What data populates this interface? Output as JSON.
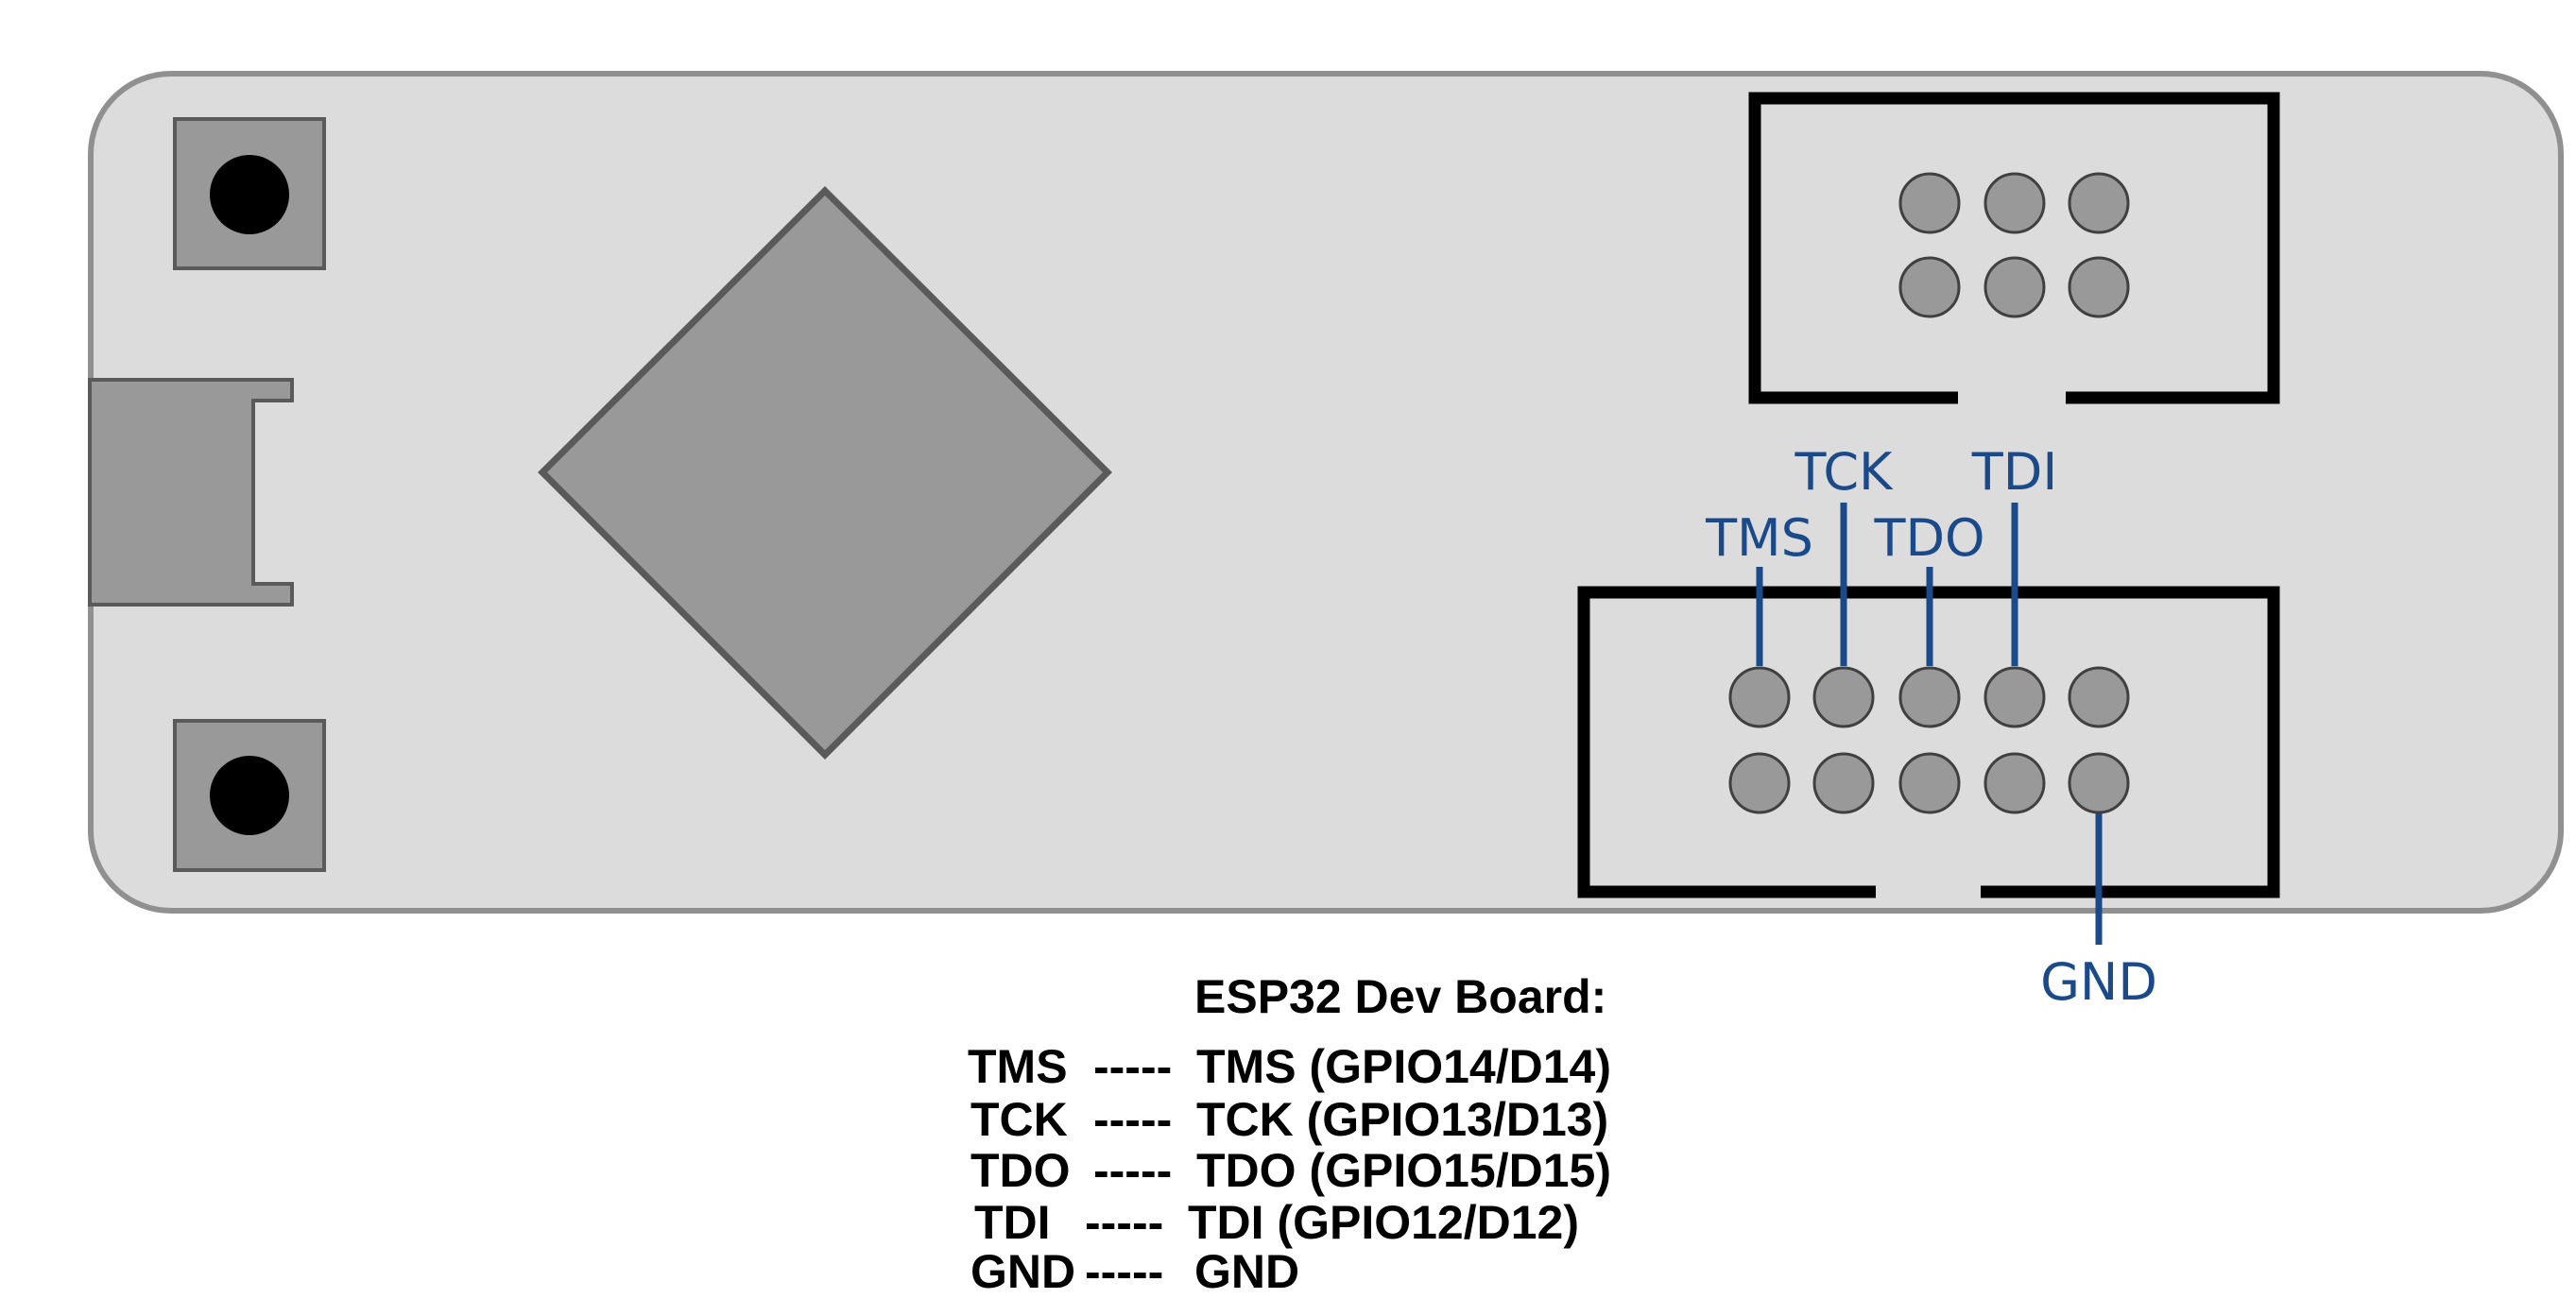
{
  "diagram": {
    "pin_labels": {
      "tms": "TMS",
      "tck": "TCK",
      "tdo": "TDO",
      "tdi": "TDI",
      "gnd": "GND"
    },
    "mapping": {
      "title": "ESP32 Dev Board:",
      "rows": [
        {
          "pin": "TMS",
          "dashes": "-----",
          "target": "TMS (GPIO14/D14)"
        },
        {
          "pin": "TCK",
          "dashes": "-----",
          "target": "TCK (GPIO13/D13)"
        },
        {
          "pin": "TDO",
          "dashes": "-----",
          "target": "TDO (GPIO15/D15)"
        },
        {
          "pin": "TDI",
          "dashes": "-----",
          "target": "TDI (GPIO12/D12)"
        },
        {
          "pin": "GND",
          "dashes": "-----",
          "target": "GND"
        }
      ]
    },
    "colors": {
      "board_fill": "#dcdcdc",
      "board_stroke": "#909090",
      "component_fill": "#999999",
      "component_stroke": "#5a5a5a",
      "header_stroke": "#000000",
      "label_color": "#1a4a8a"
    }
  }
}
